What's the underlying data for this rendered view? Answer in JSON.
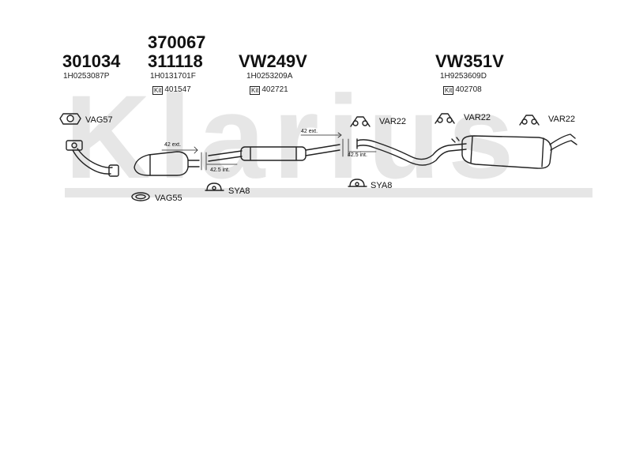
{
  "watermark": {
    "brand": "Klarius"
  },
  "parts": [
    {
      "primary": "301034",
      "oem": "1H0253087P"
    },
    {
      "primary": "370067",
      "secondary": "311118",
      "oem": "1H0131701F",
      "kit_label": "Kit",
      "kit": "401547"
    },
    {
      "primary": "VW249V",
      "oem": "1H0253209A",
      "kit_label": "Kit",
      "kit": "402721"
    },
    {
      "primary": "VW351V",
      "oem": "1H9253609D",
      "kit_label": "Kit",
      "kit": "402708"
    }
  ],
  "fittings": {
    "vag57": "VAG57",
    "vag55": "VAG55",
    "sya8_a": "SYA8",
    "sya8_b": "SYA8",
    "var22_a": "VAR22",
    "var22_b": "VAR22",
    "var22_c": "VAR22"
  },
  "dimensions": {
    "ext_1": "42 ext.",
    "int_1": "42.5 int.",
    "ext_2": "42 ext.",
    "int_2": "42.5 int."
  }
}
